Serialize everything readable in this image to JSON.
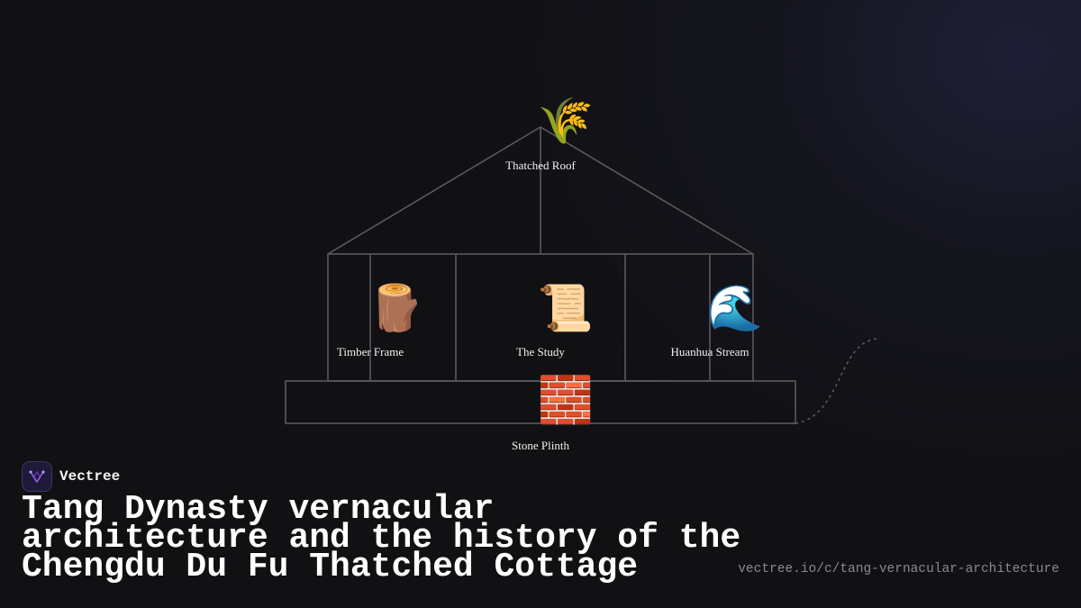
{
  "diagram": {
    "nodes": {
      "roof": {
        "label": "Thatched Roof",
        "icon": "sheaf-of-rice-icon",
        "glyph": "🌾"
      },
      "timber": {
        "label": "Timber Frame",
        "icon": "wood-log-icon",
        "glyph": "🪵"
      },
      "study": {
        "label": "The Study",
        "icon": "scroll-icon",
        "glyph": "📜"
      },
      "stream": {
        "label": "Huanhua Stream",
        "icon": "water-wave-icon",
        "glyph": "🌊"
      },
      "plinth": {
        "label": "Stone Plinth",
        "icon": "brick-icon",
        "glyph": "🧱"
      }
    },
    "line_color": "#5a5a5e"
  },
  "brand": {
    "name": "Vectree",
    "logo_icon": "vectree-logo-icon",
    "accent": "#9b5cf0"
  },
  "title": "Tang Dynasty vernacular architecture and the history of the Chengdu Du Fu Thatched Cottage",
  "url": "vectree.io/c/tang-vernacular-architecture",
  "colors": {
    "background": "#111114",
    "text": "#ffffff",
    "muted": "#8a8a8e"
  }
}
